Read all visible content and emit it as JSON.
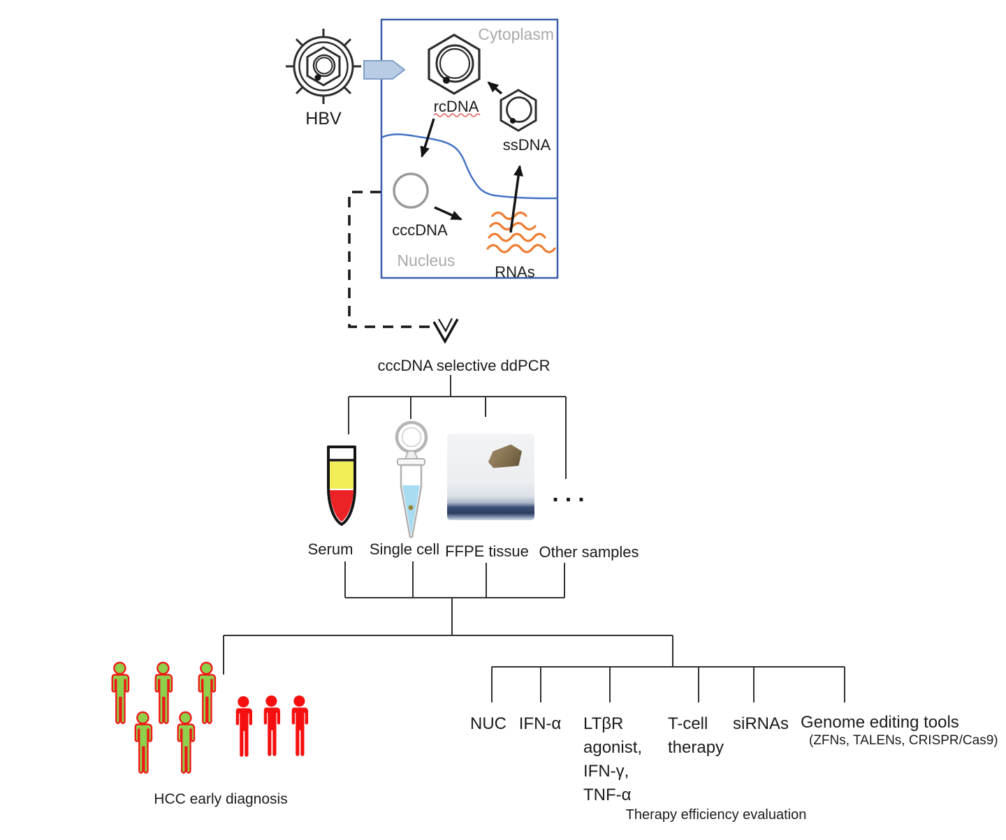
{
  "diagram": {
    "cell": {
      "hbv_label": "HBV",
      "cytoplasm_label": "Cytoplasm",
      "nucleus_label": "Nucleus",
      "rcdna_label": "rcDNA",
      "ssdna_label": "ssDNA",
      "cccdna_label": "cccDNA",
      "rnas_label": "RNAs"
    },
    "pcr_label": "cccDNA selective ddPCR",
    "samples": {
      "items": [
        {
          "label": "Serum"
        },
        {
          "label": "Single cell"
        },
        {
          "label": "FFPE tissue"
        },
        {
          "label": "Other samples",
          "dots": "..."
        }
      ]
    },
    "diagnosis": {
      "label": "HCC early diagnosis",
      "green_people": 5,
      "red_people": 3
    },
    "therapy": {
      "items": [
        {
          "label": "NUC"
        },
        {
          "label": "IFN-α"
        },
        {
          "label": "LTβR\nagonist,\nIFN-γ,\nTNF-α"
        },
        {
          "label": "T-cell\ntherapy"
        },
        {
          "label": "siRNAs"
        },
        {
          "label": "Genome editing tools",
          "sub": "(ZFNs, TALENs, CRISPR/Cas9)"
        }
      ],
      "evaluation_label": "Therapy efficiency evaluation"
    },
    "colors": {
      "box_blue": "#3a5fa8",
      "membrane_blue": "#4472c4",
      "rna_orange": "#ed7d31",
      "entry_arrow_fill": "#b8cce4",
      "entry_arrow_stroke": "#7f9fc6",
      "serum_yellow": "#f2ee59",
      "serum_red": "#ec2227",
      "liquid_blue": "#a8dcf0",
      "person_green": "#8ed04c",
      "person_red": "#f50f0f",
      "gray_label": "#a9a9a9"
    }
  }
}
